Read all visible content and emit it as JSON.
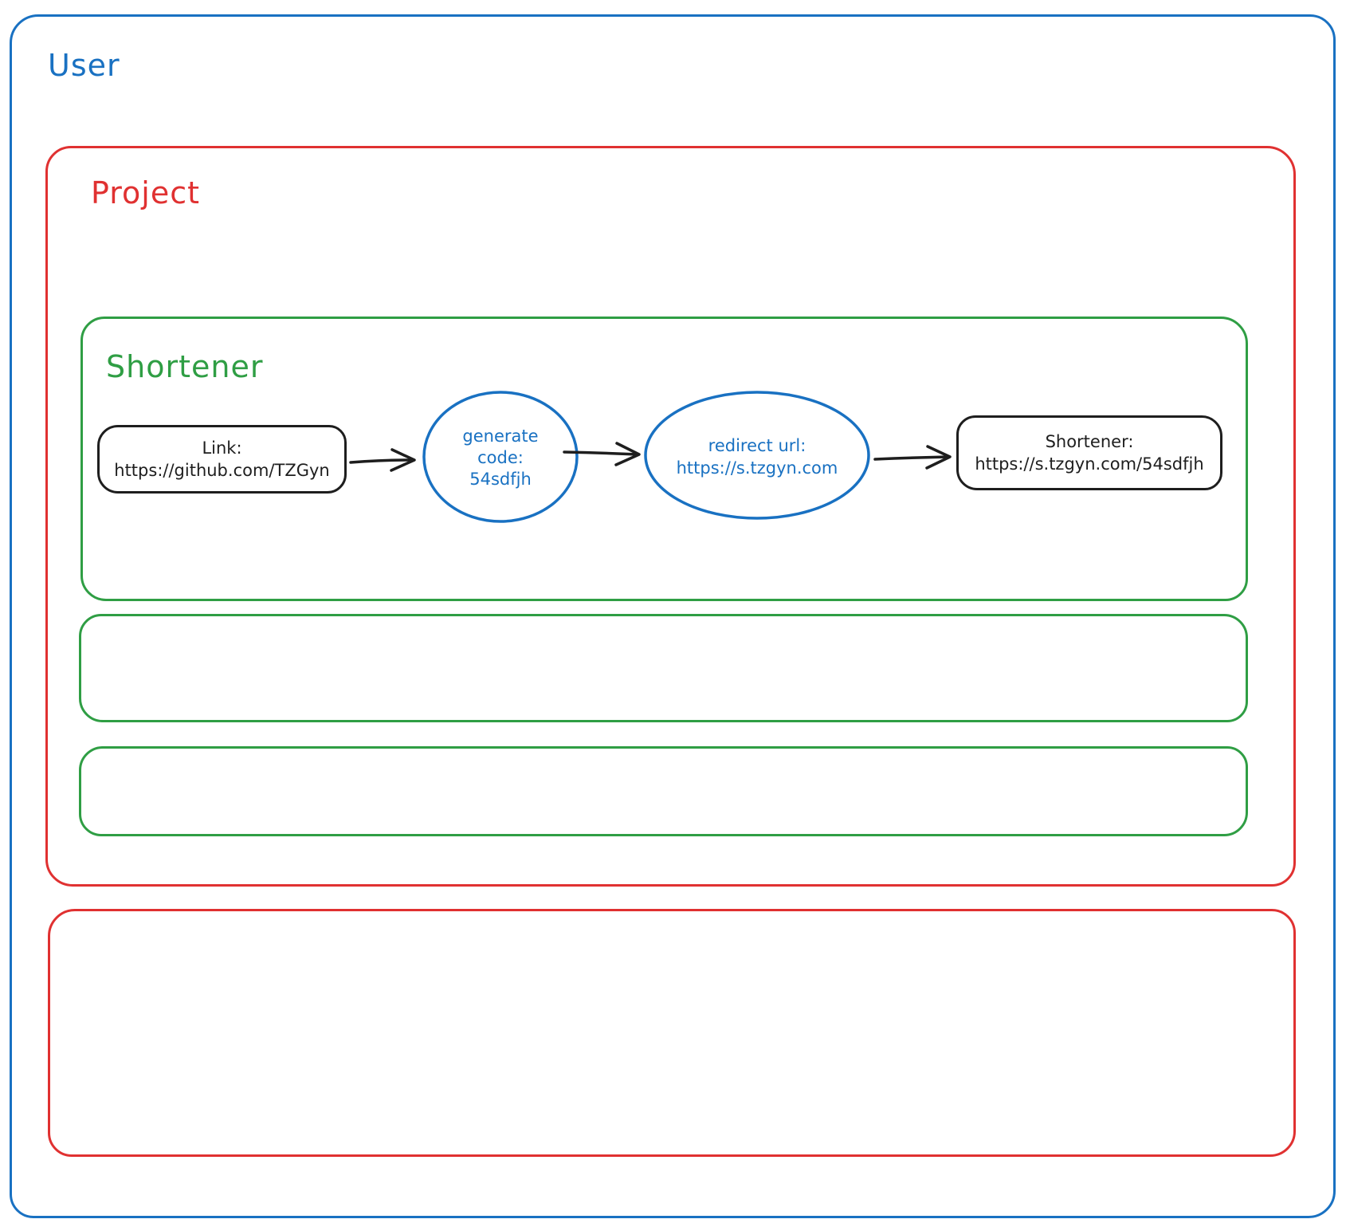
{
  "colors": {
    "blue": "#1971c2",
    "red": "#e03131",
    "green": "#2f9e44",
    "black": "#1e1e1e",
    "background": "#ffffff"
  },
  "diagram": {
    "containers": {
      "user": {
        "label": "User"
      },
      "project": {
        "label": "Project"
      },
      "shortener": {
        "label": "Shortener"
      }
    },
    "nodes": {
      "link": {
        "line1": "Link:",
        "line2": "https://github.com/TZGyn"
      },
      "generate": {
        "line1": "generate",
        "line2": "code:",
        "line3": "54sdfjh"
      },
      "redirect": {
        "line1": "redirect url:",
        "line2": "https://s.tzgyn.com"
      },
      "result": {
        "line1": "Shortener:",
        "line2": "https://s.tzgyn.com/54sdfjh"
      }
    }
  }
}
